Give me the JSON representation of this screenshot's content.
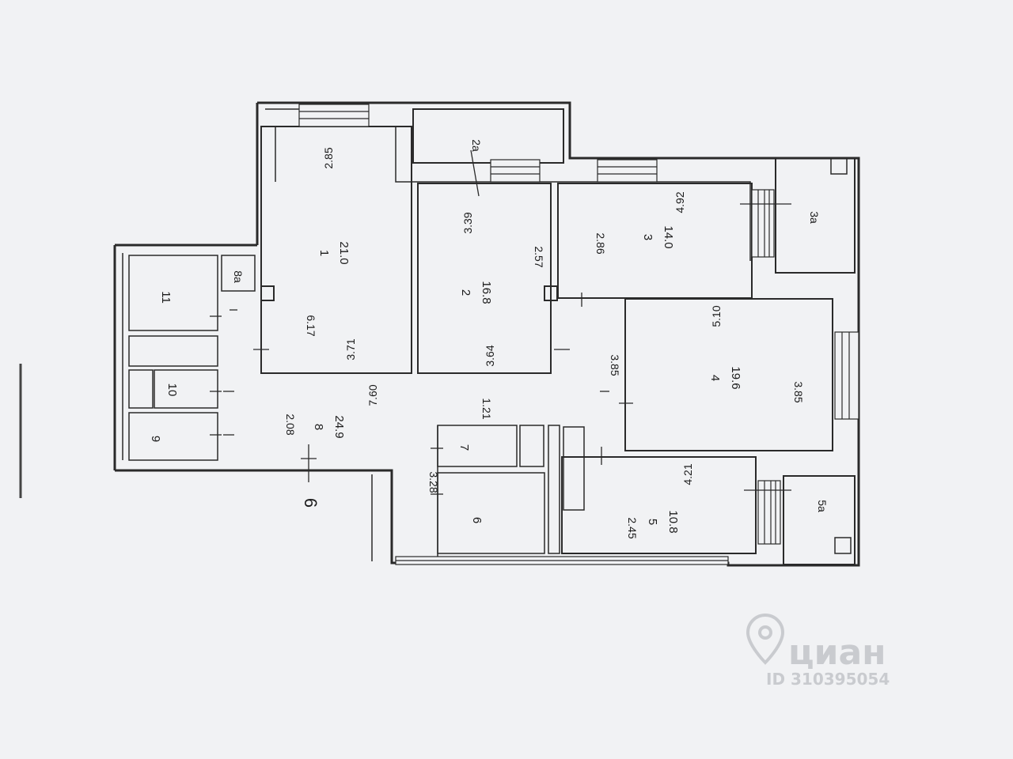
{
  "plan": {
    "rooms": [
      {
        "id": "1",
        "area": "21.0"
      },
      {
        "id": "2",
        "area": "16.8"
      },
      {
        "id": "3",
        "area": "14.0"
      },
      {
        "id": "4",
        "area": "19.6"
      },
      {
        "id": "5",
        "area": "10.8"
      },
      {
        "id": "8",
        "area": "24.9"
      },
      {
        "id": "6"
      },
      {
        "id": "7"
      },
      {
        "id": "9"
      },
      {
        "id": "10"
      },
      {
        "id": "11"
      },
      {
        "id": "2a"
      },
      {
        "id": "3a"
      },
      {
        "id": "5a"
      },
      {
        "id": "8a"
      }
    ],
    "dimensions": [
      "2.85",
      "6.17",
      "3.71",
      "3.39",
      "2.57",
      "3.64",
      "2.86",
      "4.92",
      "5.10",
      "3.85",
      "3.85",
      "4.21",
      "2.45",
      "7.60",
      "2.08",
      "1.21",
      "3.28"
    ],
    "section_mark": "6"
  },
  "watermark": {
    "brand": "циан",
    "id_text": "ID 310395054"
  }
}
